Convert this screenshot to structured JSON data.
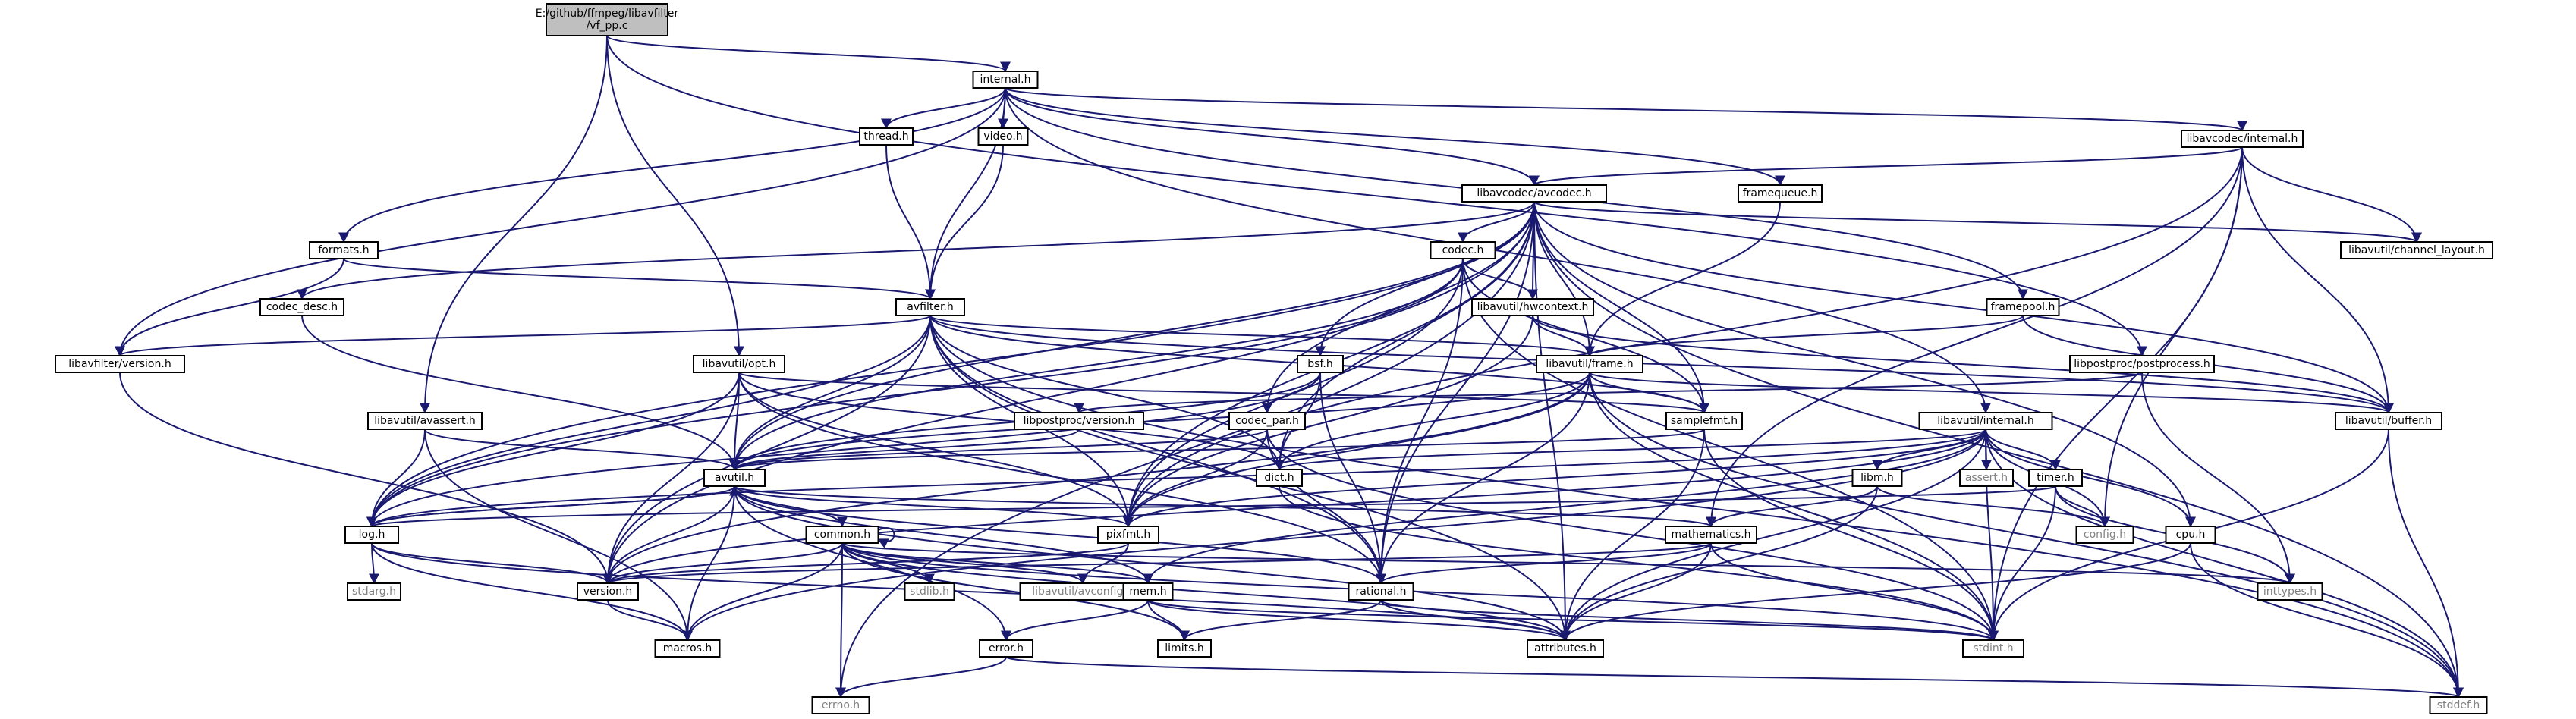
{
  "colors": {
    "edge": "#191970",
    "root_fill": "#bfbfbf",
    "node_border": "#000000",
    "missing_border": "#ff0000",
    "sys_border": "#bfbfbf",
    "sys_text": "#808080"
  },
  "nodes": [
    {
      "id": "root",
      "lines": [
        "E:/github/ffmpeg/libavfilter",
        "/vf_pp.c"
      ],
      "kind": "root"
    },
    {
      "id": "internal_h",
      "lines": [
        "internal.h"
      ],
      "kind": "normal"
    },
    {
      "id": "libavcodec_internal_h",
      "lines": [
        "libavcodec/internal.h"
      ],
      "kind": "normal"
    },
    {
      "id": "thread_h",
      "lines": [
        "thread.h"
      ],
      "kind": "normal"
    },
    {
      "id": "video_h",
      "lines": [
        "video.h"
      ],
      "kind": "normal"
    },
    {
      "id": "libavcodec_avcodec_h",
      "lines": [
        "libavcodec/avcodec.h"
      ],
      "kind": "missing"
    },
    {
      "id": "framequeue_h",
      "lines": [
        "framequeue.h"
      ],
      "kind": "normal"
    },
    {
      "id": "formats_h",
      "lines": [
        "formats.h"
      ],
      "kind": "normal"
    },
    {
      "id": "codec_h",
      "lines": [
        "codec.h"
      ],
      "kind": "missing"
    },
    {
      "id": "libavutil_channel_layout_h",
      "lines": [
        "libavutil/channel_layout.h"
      ],
      "kind": "normal"
    },
    {
      "id": "codec_desc_h",
      "lines": [
        "codec_desc.h"
      ],
      "kind": "missing"
    },
    {
      "id": "avfilter_h",
      "lines": [
        "avfilter.h"
      ],
      "kind": "normal"
    },
    {
      "id": "libavutil_hwcontext_h",
      "lines": [
        "libavutil/hwcontext.h"
      ],
      "kind": "normal"
    },
    {
      "id": "framepool_h",
      "lines": [
        "framepool.h"
      ],
      "kind": "normal"
    },
    {
      "id": "libavfilter_version_h",
      "lines": [
        "libavfilter/version.h"
      ],
      "kind": "normal"
    },
    {
      "id": "libavutil_opt_h",
      "lines": [
        "libavutil/opt.h"
      ],
      "kind": "normal"
    },
    {
      "id": "bsf_h",
      "lines": [
        "bsf.h"
      ],
      "kind": "missing"
    },
    {
      "id": "libavutil_frame_h",
      "lines": [
        "libavutil/frame.h"
      ],
      "kind": "normal"
    },
    {
      "id": "libpostproc_postprocess_h",
      "lines": [
        "libpostproc/postprocess.h"
      ],
      "kind": "normal"
    },
    {
      "id": "libavutil_avassert_h",
      "lines": [
        "libavutil/avassert.h"
      ],
      "kind": "normal"
    },
    {
      "id": "libpostproc_version_h",
      "lines": [
        "libpostproc/version.h"
      ],
      "kind": "normal"
    },
    {
      "id": "codec_par_h",
      "lines": [
        "codec_par.h"
      ],
      "kind": "missing"
    },
    {
      "id": "samplefmt_h",
      "lines": [
        "samplefmt.h"
      ],
      "kind": "normal"
    },
    {
      "id": "libavutil_buffer_h",
      "lines": [
        "libavutil/buffer.h"
      ],
      "kind": "normal"
    },
    {
      "id": "libavutil_internal_h",
      "lines": [
        "libavutil/internal.h"
      ],
      "kind": "normal"
    },
    {
      "id": "avutil_h",
      "lines": [
        "avutil.h"
      ],
      "kind": "normal"
    },
    {
      "id": "dict_h",
      "lines": [
        "dict.h"
      ],
      "kind": "normal"
    },
    {
      "id": "libm_h",
      "lines": [
        "libm.h"
      ],
      "kind": "missing"
    },
    {
      "id": "assert_h",
      "lines": [
        "assert.h"
      ],
      "kind": "sys"
    },
    {
      "id": "timer_h",
      "lines": [
        "timer.h"
      ],
      "kind": "normal"
    },
    {
      "id": "log_h",
      "lines": [
        "log.h"
      ],
      "kind": "normal"
    },
    {
      "id": "pixfmt_h",
      "lines": [
        "pixfmt.h"
      ],
      "kind": "normal"
    },
    {
      "id": "mathematics_h",
      "lines": [
        "mathematics.h"
      ],
      "kind": "missing"
    },
    {
      "id": "config_h",
      "lines": [
        "config.h"
      ],
      "kind": "sys"
    },
    {
      "id": "cpu_h",
      "lines": [
        "cpu.h"
      ],
      "kind": "normal"
    },
    {
      "id": "common_h",
      "lines": [
        "common.h"
      ],
      "kind": "missing"
    },
    {
      "id": "stdarg_h",
      "lines": [
        "stdarg.h"
      ],
      "kind": "sys"
    },
    {
      "id": "version_h",
      "lines": [
        "version.h"
      ],
      "kind": "normal"
    },
    {
      "id": "stdlib_h",
      "lines": [
        "stdlib.h"
      ],
      "kind": "sys"
    },
    {
      "id": "libavutil_avconfig_h",
      "lines": [
        "libavutil/avconfig.h"
      ],
      "kind": "sys"
    },
    {
      "id": "mem_h",
      "lines": [
        "mem.h"
      ],
      "kind": "normal"
    },
    {
      "id": "rational_h",
      "lines": [
        "rational.h"
      ],
      "kind": "normal"
    },
    {
      "id": "inttypes_h",
      "lines": [
        "inttypes.h"
      ],
      "kind": "sys"
    },
    {
      "id": "macros_h",
      "lines": [
        "macros.h"
      ],
      "kind": "normal"
    },
    {
      "id": "error_h",
      "lines": [
        "error.h"
      ],
      "kind": "normal"
    },
    {
      "id": "limits_h",
      "lines": [
        "limits.h"
      ],
      "kind": "missing"
    },
    {
      "id": "attributes_h",
      "lines": [
        "attributes.h"
      ],
      "kind": "normal"
    },
    {
      "id": "stdint_h",
      "lines": [
        "stdint.h"
      ],
      "kind": "sys"
    },
    {
      "id": "errno_h",
      "lines": [
        "errno.h"
      ],
      "kind": "sys"
    },
    {
      "id": "stddef_h",
      "lines": [
        "stddef.h"
      ],
      "kind": "sys"
    }
  ],
  "edges": [
    [
      "root",
      "internal_h"
    ],
    [
      "root",
      "libpostproc_postprocess_h"
    ],
    [
      "root",
      "libavutil_avassert_h"
    ],
    [
      "root",
      "libavutil_opt_h"
    ],
    [
      "internal_h",
      "thread_h"
    ],
    [
      "internal_h",
      "video_h"
    ],
    [
      "internal_h",
      "libavcodec_internal_h"
    ],
    [
      "internal_h",
      "libavcodec_avcodec_h"
    ],
    [
      "internal_h",
      "framequeue_h"
    ],
    [
      "internal_h",
      "formats_h"
    ],
    [
      "internal_h",
      "avfilter_h"
    ],
    [
      "internal_h",
      "framepool_h"
    ],
    [
      "internal_h",
      "libavfilter_version_h"
    ],
    [
      "internal_h",
      "libavutil_internal_h"
    ],
    [
      "thread_h",
      "avfilter_h"
    ],
    [
      "video_h",
      "avfilter_h"
    ],
    [
      "libavcodec_internal_h",
      "libavcodec_avcodec_h"
    ],
    [
      "libavcodec_internal_h",
      "libavutil_channel_layout_h"
    ],
    [
      "libavcodec_internal_h",
      "libavutil_buffer_h"
    ],
    [
      "libavcodec_internal_h",
      "config_h"
    ],
    [
      "libavcodec_internal_h",
      "stdint_h"
    ],
    [
      "libavcodec_internal_h",
      "mathematics_h"
    ],
    [
      "libavcodec_internal_h",
      "pixfmt_h"
    ],
    [
      "libavcodec_avcodec_h",
      "codec_h"
    ],
    [
      "libavcodec_avcodec_h",
      "bsf_h"
    ],
    [
      "libavcodec_avcodec_h",
      "codec_desc_h"
    ],
    [
      "libavcodec_avcodec_h",
      "codec_par_h"
    ],
    [
      "libavcodec_avcodec_h",
      "libavutil_hwcontext_h"
    ],
    [
      "libavcodec_avcodec_h",
      "libavutil_frame_h"
    ],
    [
      "libavcodec_avcodec_h",
      "libavutil_channel_layout_h"
    ],
    [
      "libavcodec_avcodec_h",
      "samplefmt_h"
    ],
    [
      "libavcodec_avcodec_h",
      "avutil_h"
    ],
    [
      "libavcodec_avcodec_h",
      "dict_h"
    ],
    [
      "libavcodec_avcodec_h",
      "log_h"
    ],
    [
      "libavcodec_avcodec_h",
      "pixfmt_h"
    ],
    [
      "libavcodec_avcodec_h",
      "rational_h"
    ],
    [
      "libavcodec_avcodec_h",
      "attributes_h"
    ],
    [
      "libavcodec_avcodec_h",
      "libavutil_buffer_h"
    ],
    [
      "libavcodec_avcodec_h",
      "cpu_h"
    ],
    [
      "libavcodec_avcodec_h",
      "errno_h"
    ],
    [
      "libavcodec_avcodec_h",
      "stddef_h"
    ],
    [
      "libavcodec_avcodec_h",
      "version_h"
    ],
    [
      "framequeue_h",
      "libavutil_frame_h"
    ],
    [
      "formats_h",
      "avfilter_h"
    ],
    [
      "formats_h",
      "libavfilter_version_h"
    ],
    [
      "codec_h",
      "libavutil_hwcontext_h"
    ],
    [
      "codec_h",
      "samplefmt_h"
    ],
    [
      "codec_h",
      "rational_h"
    ],
    [
      "codec_h",
      "avutil_h"
    ],
    [
      "codec_h",
      "log_h"
    ],
    [
      "codec_h",
      "pixfmt_h"
    ],
    [
      "codec_h",
      "stdint_h"
    ],
    [
      "codec_desc_h",
      "avutil_h"
    ],
    [
      "avfilter_h",
      "libavfilter_version_h"
    ],
    [
      "avfilter_h",
      "libavutil_frame_h"
    ],
    [
      "avfilter_h",
      "samplefmt_h"
    ],
    [
      "avfilter_h",
      "avutil_h"
    ],
    [
      "avfilter_h",
      "dict_h"
    ],
    [
      "avfilter_h",
      "log_h"
    ],
    [
      "avfilter_h",
      "pixfmt_h"
    ],
    [
      "avfilter_h",
      "rational_h"
    ],
    [
      "avfilter_h",
      "libavutil_buffer_h"
    ],
    [
      "avfilter_h",
      "attributes_h"
    ],
    [
      "avfilter_h",
      "stddef_h"
    ],
    [
      "avfilter_h",
      "version_h"
    ],
    [
      "libavutil_hwcontext_h",
      "libavutil_frame_h"
    ],
    [
      "libavutil_hwcontext_h",
      "libavutil_buffer_h"
    ],
    [
      "libavutil_hwcontext_h",
      "pixfmt_h"
    ],
    [
      "framepool_h",
      "libavutil_frame_h"
    ],
    [
      "framepool_h",
      "libavutil_buffer_h"
    ],
    [
      "libavfilter_version_h",
      "version_h"
    ],
    [
      "libavutil_opt_h",
      "samplefmt_h"
    ],
    [
      "libavutil_opt_h",
      "avutil_h"
    ],
    [
      "libavutil_opt_h",
      "dict_h"
    ],
    [
      "libavutil_opt_h",
      "log_h"
    ],
    [
      "libavutil_opt_h",
      "pixfmt_h"
    ],
    [
      "libavutil_opt_h",
      "rational_h"
    ],
    [
      "libavutil_opt_h",
      "version_h"
    ],
    [
      "bsf_h",
      "codec_par_h"
    ],
    [
      "bsf_h",
      "dict_h"
    ],
    [
      "bsf_h",
      "log_h"
    ],
    [
      "bsf_h",
      "rational_h"
    ],
    [
      "bsf_h",
      "avutil_h"
    ],
    [
      "libavutil_frame_h",
      "libavutil_buffer_h"
    ],
    [
      "libavutil_frame_h",
      "samplefmt_h"
    ],
    [
      "libavutil_frame_h",
      "avutil_h"
    ],
    [
      "libavutil_frame_h",
      "dict_h"
    ],
    [
      "libavutil_frame_h",
      "pixfmt_h"
    ],
    [
      "libavutil_frame_h",
      "rational_h"
    ],
    [
      "libavutil_frame_h",
      "version_h"
    ],
    [
      "libavutil_frame_h",
      "stdint_h"
    ],
    [
      "libavutil_frame_h",
      "stddef_h"
    ],
    [
      "libpostproc_postprocess_h",
      "libpostproc_version_h"
    ],
    [
      "libpostproc_postprocess_h",
      "inttypes_h"
    ],
    [
      "libavutil_avassert_h",
      "avutil_h"
    ],
    [
      "libavutil_avassert_h",
      "log_h"
    ],
    [
      "libavutil_avassert_h",
      "macros_h"
    ],
    [
      "libpostproc_version_h",
      "avutil_h"
    ],
    [
      "codec_par_h",
      "avutil_h"
    ],
    [
      "codec_par_h",
      "pixfmt_h"
    ],
    [
      "codec_par_h",
      "rational_h"
    ],
    [
      "codec_par_h",
      "stdint_h"
    ],
    [
      "samplefmt_h",
      "avutil_h"
    ],
    [
      "samplefmt_h",
      "attributes_h"
    ],
    [
      "samplefmt_h",
      "stdint_h"
    ],
    [
      "libavutil_buffer_h",
      "stdint_h"
    ],
    [
      "libavutil_buffer_h",
      "stddef_h"
    ],
    [
      "libavutil_internal_h",
      "assert_h"
    ],
    [
      "libavutil_internal_h",
      "timer_h"
    ],
    [
      "libavutil_internal_h",
      "libm_h"
    ],
    [
      "libavutil_internal_h",
      "config_h"
    ],
    [
      "libavutil_internal_h",
      "cpu_h"
    ],
    [
      "libavutil_internal_h",
      "dict_h"
    ],
    [
      "libavutil_internal_h",
      "pixfmt_h"
    ],
    [
      "libavutil_internal_h",
      "version_h"
    ],
    [
      "libavutil_internal_h",
      "mem_h"
    ],
    [
      "libavutil_internal_h",
      "attributes_h"
    ],
    [
      "libavutil_internal_h",
      "stdint_h"
    ],
    [
      "libavutil_internal_h",
      "stddef_h"
    ],
    [
      "libavutil_internal_h",
      "macros_h"
    ],
    [
      "libavutil_internal_h",
      "log_h"
    ],
    [
      "avutil_h",
      "common_h"
    ],
    [
      "avutil_h",
      "error_h"
    ],
    [
      "avutil_h",
      "log_h"
    ],
    [
      "avutil_h",
      "pixfmt_h"
    ],
    [
      "avutil_h",
      "rational_h"
    ],
    [
      "avutil_h",
      "version_h"
    ],
    [
      "avutil_h",
      "macros_h"
    ],
    [
      "avutil_h",
      "mem_h"
    ],
    [
      "avutil_h",
      "attributes_h"
    ],
    [
      "avutil_h",
      "mathematics_h"
    ],
    [
      "dict_h",
      "stdint_h"
    ],
    [
      "libm_h",
      "attributes_h"
    ],
    [
      "libm_h",
      "mathematics_h"
    ],
    [
      "libm_h",
      "config_h"
    ],
    [
      "timer_h",
      "config_h"
    ],
    [
      "timer_h",
      "inttypes_h"
    ],
    [
      "timer_h",
      "stdint_h"
    ],
    [
      "timer_h",
      "log_h"
    ],
    [
      "log_h",
      "avutil_h"
    ],
    [
      "log_h",
      "version_h"
    ],
    [
      "log_h",
      "attributes_h"
    ],
    [
      "log_h",
      "stdarg_h"
    ],
    [
      "log_h",
      "macros_h"
    ],
    [
      "pixfmt_h",
      "version_h"
    ],
    [
      "pixfmt_h",
      "libavutil_avconfig_h"
    ],
    [
      "mathematics_h",
      "rational_h"
    ],
    [
      "mathematics_h",
      "attributes_h"
    ],
    [
      "mathematics_h",
      "stdint_h"
    ],
    [
      "mathematics_h",
      "version_h"
    ],
    [
      "cpu_h",
      "attributes_h"
    ],
    [
      "cpu_h",
      "stddef_h"
    ],
    [
      "common_h",
      "common_h"
    ],
    [
      "common_h",
      "version_h"
    ],
    [
      "common_h",
      "macros_h"
    ],
    [
      "common_h",
      "stdlib_h"
    ],
    [
      "common_h",
      "libavutil_avconfig_h"
    ],
    [
      "common_h",
      "mem_h"
    ],
    [
      "common_h",
      "attributes_h"
    ],
    [
      "common_h",
      "limits_h"
    ],
    [
      "common_h",
      "errno_h"
    ],
    [
      "common_h",
      "inttypes_h"
    ],
    [
      "common_h",
      "stdint_h"
    ],
    [
      "version_h",
      "macros_h"
    ],
    [
      "mem_h",
      "error_h"
    ],
    [
      "mem_h",
      "limits_h"
    ],
    [
      "mem_h",
      "attributes_h"
    ],
    [
      "mem_h",
      "stdint_h"
    ],
    [
      "rational_h",
      "limits_h"
    ],
    [
      "rational_h",
      "attributes_h"
    ],
    [
      "rational_h",
      "stdint_h"
    ],
    [
      "error_h",
      "errno_h"
    ],
    [
      "error_h",
      "stddef_h"
    ]
  ]
}
